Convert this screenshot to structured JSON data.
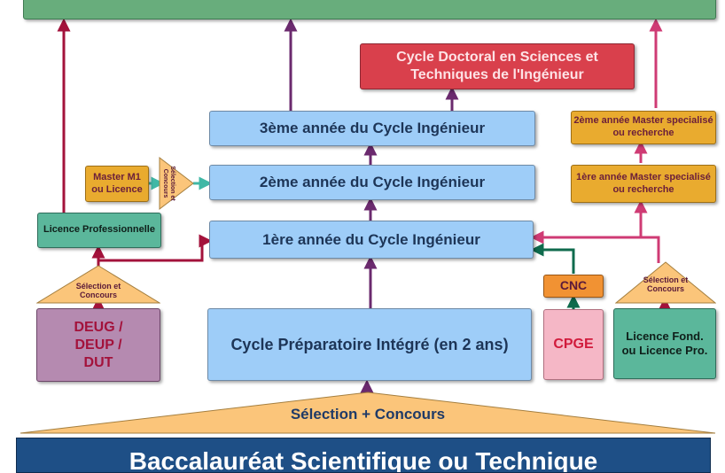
{
  "diagram": {
    "top_bar": {
      "label": ""
    },
    "doctoral": {
      "label": "Cycle Doctoral en Sciences et Techniques de l'Ingénieur"
    },
    "year3": {
      "label": "3ème année du Cycle Ingénieur"
    },
    "year2": {
      "label": "2ème année du Cycle Ingénieur"
    },
    "year1": {
      "label": "1ère année du Cycle Ingénieur"
    },
    "prep": {
      "label": "Cycle Préparatoire Intégré (en 2 ans)"
    },
    "master2": {
      "label": "2ème année Master specialisé ou recherche"
    },
    "master1": {
      "label": "1ère année Master specialisé ou recherche"
    },
    "master_m1": {
      "label": "Master M1 ou Licence"
    },
    "selection_vertical": {
      "label": "Sélection et Concours"
    },
    "licence_pro": {
      "label": "Licence Professionnelle"
    },
    "selection_left": {
      "label": "Sélection et Concours"
    },
    "selection_right": {
      "label": "Sélection et Concours"
    },
    "deug": {
      "label": "DEUG / DEUP / DUT"
    },
    "cnc": {
      "label": "CNC"
    },
    "cpge": {
      "label": "CPGE"
    },
    "licence_fond": {
      "label": "Licence Fond. ou Licence Pro."
    },
    "selection_main": {
      "label": "Sélection + Concours"
    },
    "bac": {
      "label": "Baccalauréat Scientifique ou Technique"
    }
  },
  "colors": {
    "purple_arrow": "#6b2a6e",
    "red_arrow": "#a3123b",
    "pink_arrow": "#cf3b74",
    "green_arrow": "#0f6b4d",
    "teal_arrow": "#40b8a6",
    "top_bar": "#68ad7c",
    "bac_bar": "#1e4f86"
  }
}
